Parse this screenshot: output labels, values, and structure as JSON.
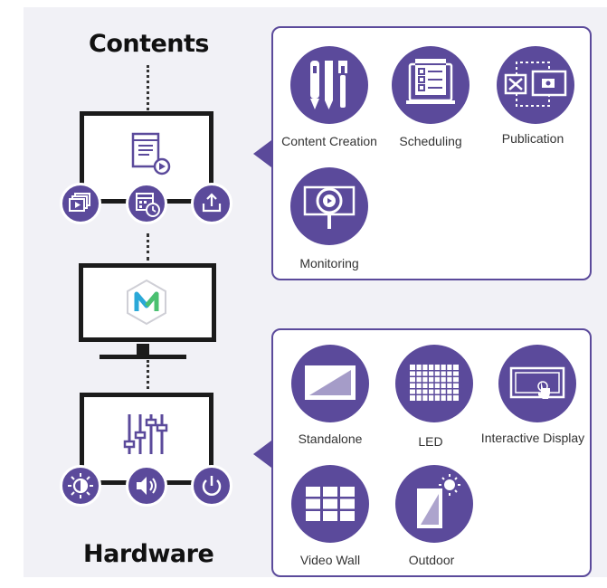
{
  "headings": {
    "top": "Contents",
    "bottom": "Hardware"
  },
  "contents_card": {
    "items": [
      {
        "label": "Content Creation",
        "icon": "pen-pencil-tools-icon"
      },
      {
        "label": "Scheduling",
        "icon": "schedule-list-icon"
      },
      {
        "label": "Publication",
        "icon": "publish-screens-icon"
      },
      {
        "label": "Monitoring",
        "icon": "monitoring-magnifier-icon"
      }
    ]
  },
  "hardware_card": {
    "items": [
      {
        "label": "Standalone",
        "icon": "standalone-display-icon"
      },
      {
        "label": "LED",
        "icon": "led-grid-icon"
      },
      {
        "label": "Interactive Display",
        "icon": "touch-display-icon"
      },
      {
        "label": "Video Wall",
        "icon": "video-wall-icon"
      },
      {
        "label": "Outdoor",
        "icon": "outdoor-display-icon"
      }
    ]
  },
  "colors": {
    "accent": "#5b4a9b",
    "frame": "#1b1b1b",
    "panel": "#f1f1f6",
    "logo_blue": "#2aa8d8",
    "logo_green": "#4ac070"
  }
}
